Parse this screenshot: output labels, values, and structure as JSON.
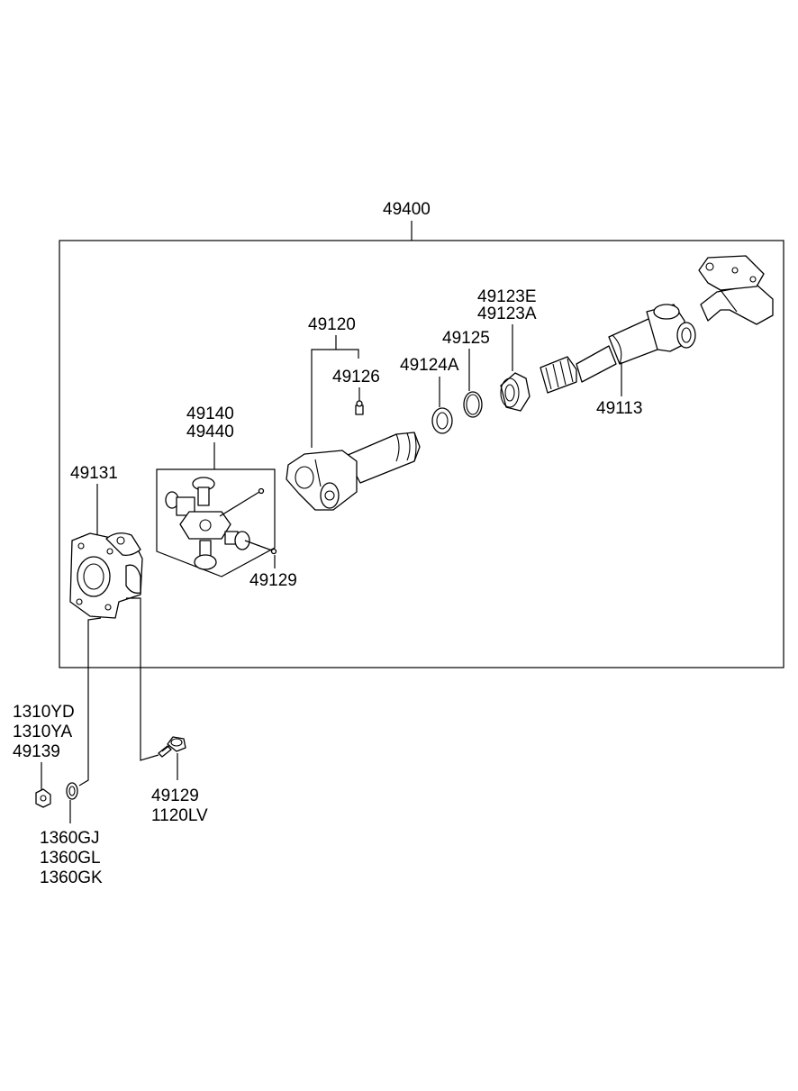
{
  "diagram": {
    "assembly_label": "49400",
    "labels": {
      "p49120": "49120",
      "p49126": "49126",
      "p49123": [
        "49123E",
        "49123A"
      ],
      "p49125": "49125",
      "p49124a": "49124A",
      "p49113": "49113",
      "p49140": [
        "49140",
        "49440"
      ],
      "p49131": "49131",
      "p49129_inner": "49129",
      "p1310": [
        "1310YD",
        "1310YA",
        "49139"
      ],
      "p1360": [
        "1360GJ",
        "1360GL",
        "1360GK"
      ],
      "p49129_outer": [
        "49129",
        "1120LV"
      ]
    }
  }
}
